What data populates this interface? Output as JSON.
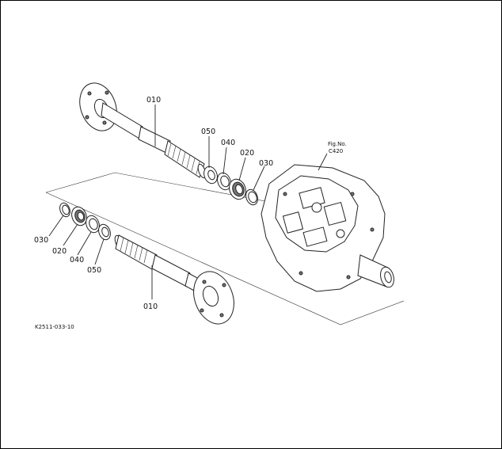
{
  "callouts": {
    "upper": {
      "shaft": "010",
      "seal": "050",
      "collar": "040",
      "bearing": "020",
      "circlip": "030"
    },
    "lower": {
      "circlip": "030",
      "bearing": "020",
      "collar": "040",
      "seal": "050",
      "shaft": "010"
    }
  },
  "fig_ref": {
    "line1": "Fig.No.",
    "line2": "C420"
  },
  "drawing_code": "K2511-033-10"
}
